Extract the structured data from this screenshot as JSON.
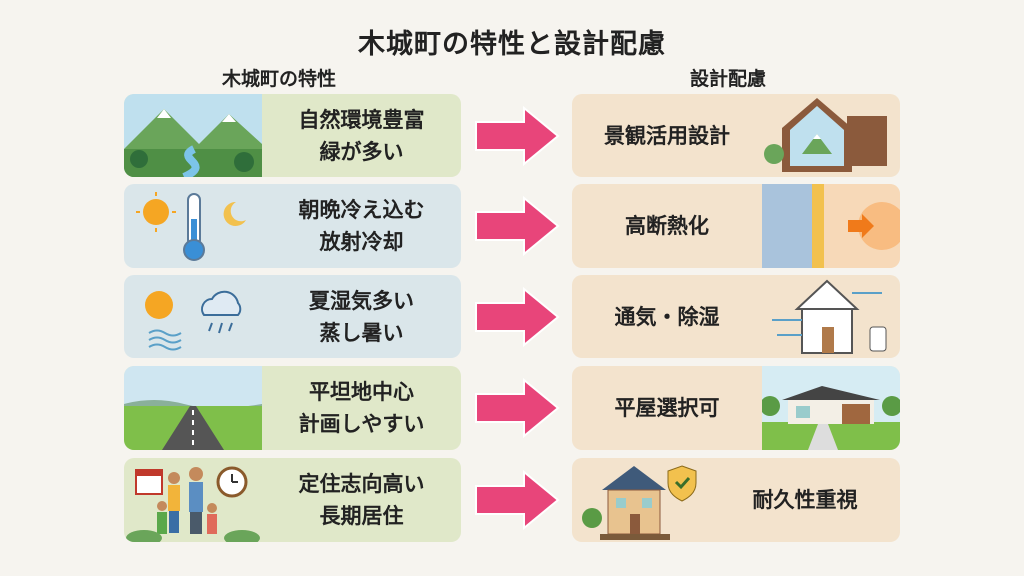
{
  "title": "木城町の特性と設計配慮",
  "left_heading": "木城町の特性",
  "right_heading": "設計配慮",
  "rows": [
    {
      "char_lines": [
        "自然環境豊富",
        "緑が多い"
      ],
      "design": "景観活用設計"
    },
    {
      "char_lines": [
        "朝晩冷え込む",
        "放射冷却"
      ],
      "design": "高断熱化"
    },
    {
      "char_lines": [
        "夏湿気多い",
        "蒸し暑い"
      ],
      "design": "通気・除湿"
    },
    {
      "char_lines": [
        "平坦地中心",
        "計画しやすい"
      ],
      "design": "平屋選択可"
    },
    {
      "char_lines": [
        "定住志向高い",
        "長期居住"
      ],
      "design": "耐久性重視"
    }
  ],
  "colors": {
    "arrow": "#e8457a",
    "green_card": "#e0e8c9",
    "blue_card": "#dae6ea",
    "design_card": "#f3e3cd"
  }
}
